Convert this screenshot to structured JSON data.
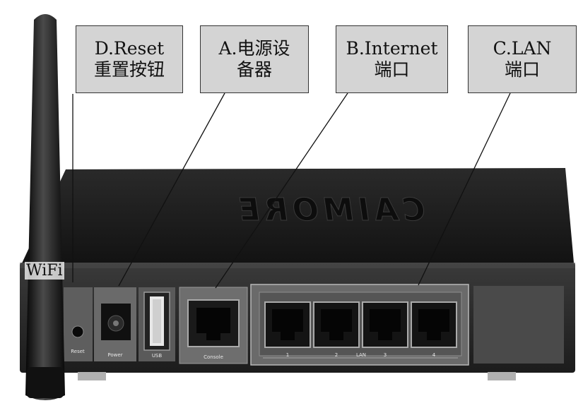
{
  "callouts": {
    "reset": {
      "line1": "D.Reset",
      "line2": "重置按钮"
    },
    "power": {
      "line1": "A.电源设",
      "line2": "备器"
    },
    "internet": {
      "line1": "B.Internet",
      "line2": "端口"
    },
    "lan": {
      "line1": "C.LAN",
      "line2": "端口"
    }
  },
  "antenna_label": "WiFi",
  "device": {
    "brand": "CAIMORE",
    "port_labels": {
      "reset": "Reset",
      "power": "Power",
      "usb": "USB",
      "console": "Console",
      "lan": "LAN",
      "lan_numbers": [
        "1",
        "2",
        "3",
        "4"
      ]
    }
  },
  "colors": {
    "callout_fill": "#d4d4d4",
    "device_body": "#2c2c2c",
    "device_top": "#1e1e1e",
    "port_panel": "#8a8a8a"
  }
}
